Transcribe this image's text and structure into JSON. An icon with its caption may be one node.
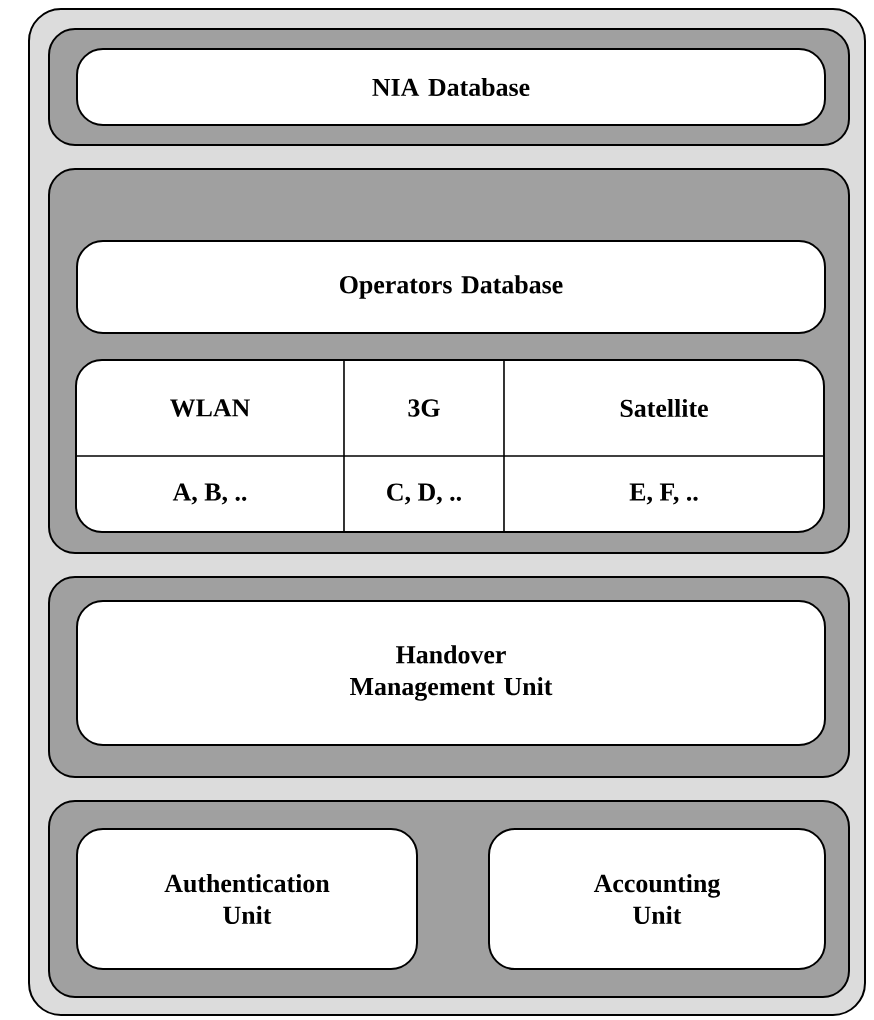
{
  "diagram": {
    "nodes": [
      {
        "text": [],
        "shape": "box"
      },
      {
        "text": [],
        "shape": "box",
        "in": 0
      },
      {
        "text": [
          "NIA  Database"
        ],
        "in": 1
      },
      {
        "text": [],
        "shape": "box",
        "in": 0
      },
      {
        "text": [
          "Operators Database"
        ],
        "in": 3
      },
      {
        "text": [],
        "shape": "box",
        "in": 0
      },
      {
        "text": [
          "Handover Management Unit"
        ],
        "in": 5
      },
      {
        "text": [],
        "shape": "box",
        "in": 0
      },
      {
        "text": [
          "Authentication Unit"
        ],
        "in": 7
      },
      {
        "text": [
          "Accounting Unit"
        ],
        "in": 7
      }
    ],
    "labels": [
      "WLAN",
      "3G",
      "Satellite",
      "A, B, ..",
      "C, D, ..",
      "E, F, .."
    ]
  }
}
